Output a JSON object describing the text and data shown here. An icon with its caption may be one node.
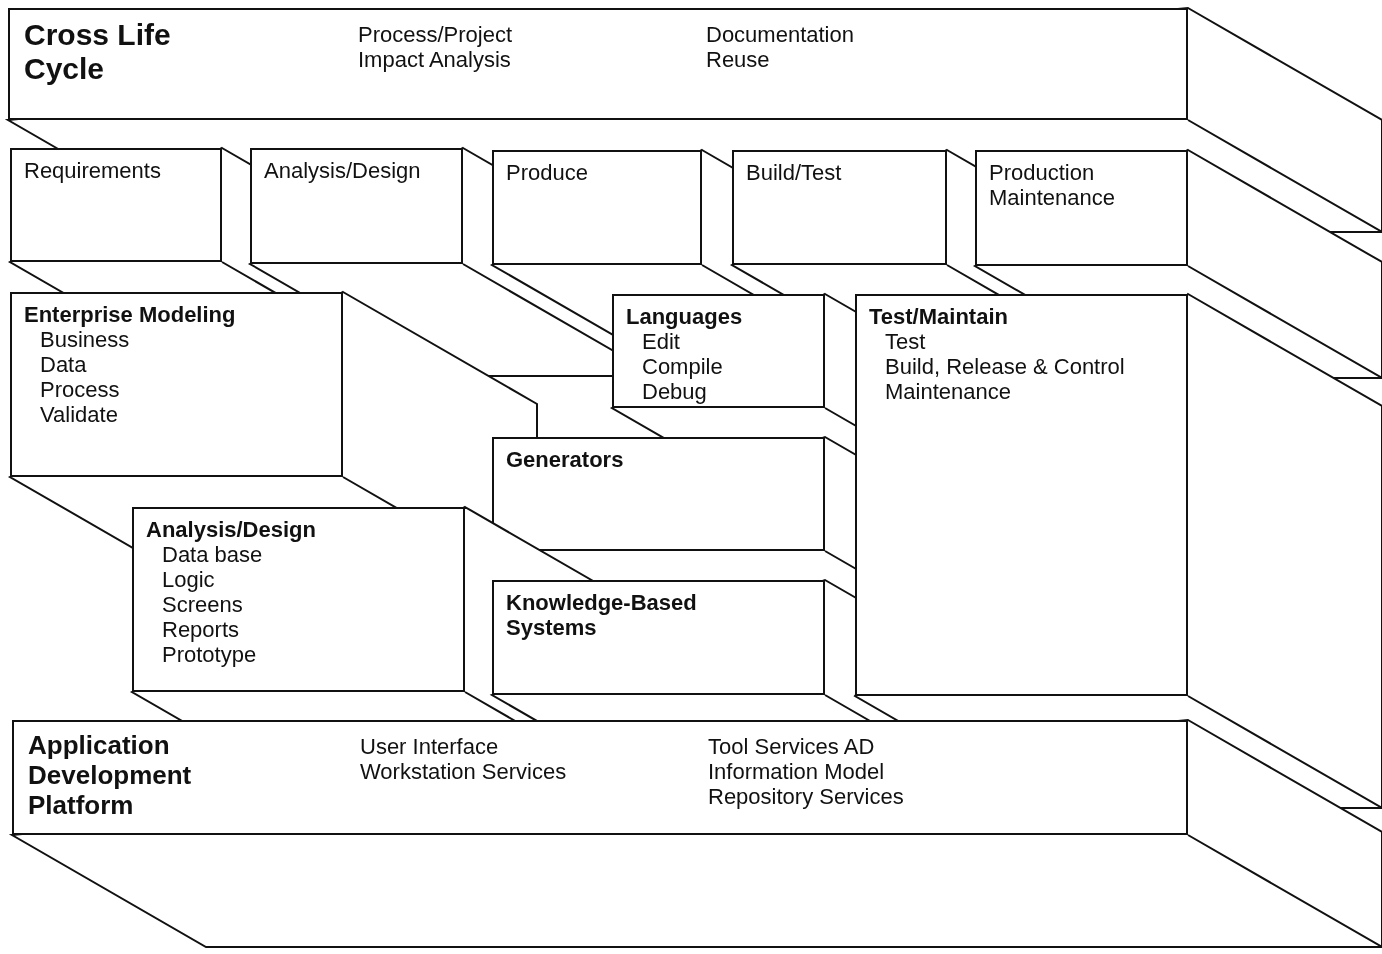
{
  "diagram": {
    "nodes": [
      {
        "text": [
          "Cross Life Cycle",
          "Process/Project Impact Analysis",
          "Documentation Reuse"
        ]
      },
      {
        "text": [
          "Requirements"
        ]
      },
      {
        "text": [
          "Analysis/Design"
        ]
      },
      {
        "text": [
          "Produce"
        ]
      },
      {
        "text": [
          "Build/Test"
        ]
      },
      {
        "text": [
          "Production Maintenance"
        ]
      },
      {
        "text": [
          "Enterprise Modeling",
          "Business",
          "Data",
          "Process",
          "Validate"
        ]
      },
      {
        "text": [
          "Languages",
          "Edit",
          "Compile",
          "Debug"
        ]
      },
      {
        "text": [
          "Test/Maintain",
          "Test",
          "Build, Release & Control",
          "Maintenance"
        ]
      },
      {
        "text": [
          "Generators"
        ]
      },
      {
        "text": [
          "Analysis/Design",
          "Data base",
          "Logic",
          "Screens",
          "Reports",
          "Prototype"
        ]
      },
      {
        "text": [
          "Knowledge-Based Systems"
        ]
      },
      {
        "text": [
          "Application Development Platform",
          "User Interface Workstation Services",
          "Tool Services AD Information Model Repository Services"
        ]
      }
    ]
  }
}
